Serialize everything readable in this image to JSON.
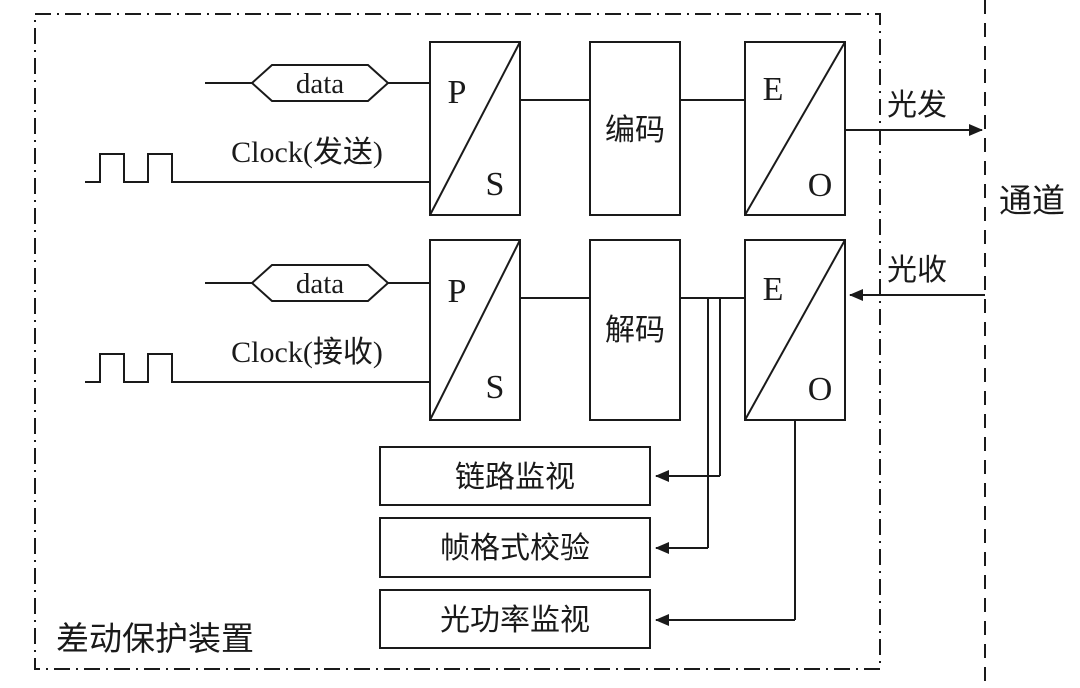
{
  "diagram": {
    "device_label": "差动保护装置",
    "channel_label": "通道",
    "transmit": {
      "data_label": "data",
      "clock_label": "Clock(发送)",
      "ps_top": "P",
      "ps_bottom": "S",
      "encoder_label": "编码",
      "eo_top": "E",
      "eo_bottom": "O",
      "optical_out_label": "光发"
    },
    "receive": {
      "data_label": "data",
      "clock_label": "Clock(接收)",
      "ps_top": "P",
      "ps_bottom": "S",
      "decoder_label": "解码",
      "eo_top": "E",
      "eo_bottom": "O",
      "optical_in_label": "光收"
    },
    "monitors": [
      {
        "label": "链路监视"
      },
      {
        "label": "帧格式校验"
      },
      {
        "label": "光功率监视"
      }
    ],
    "colors": {
      "stroke": "#1a1a1a",
      "background": "#ffffff"
    }
  }
}
